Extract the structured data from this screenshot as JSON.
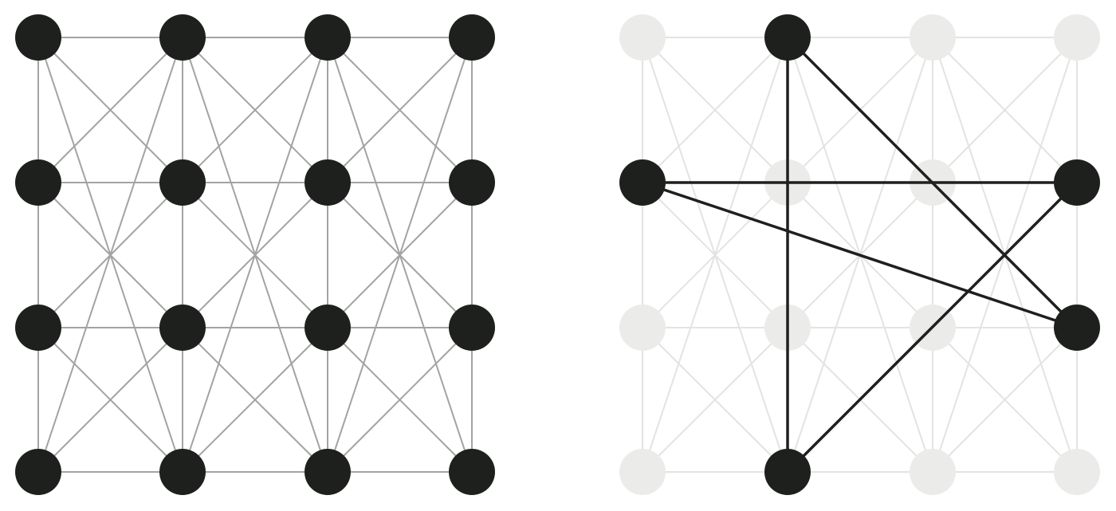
{
  "colors": {
    "node": "#1e201d",
    "edge": "#a3a3a3",
    "faded_node": "#ebebea",
    "faded_edge": "#e3e3e2",
    "highlight_edge": "#1e201d"
  },
  "grid": {
    "cols": 4,
    "rows": 4
  },
  "graph_left": {
    "edges": [
      [
        [
          0,
          0
        ],
        [
          1,
          0
        ]
      ],
      [
        [
          1,
          0
        ],
        [
          2,
          0
        ]
      ],
      [
        [
          2,
          0
        ],
        [
          3,
          0
        ]
      ],
      [
        [
          0,
          1
        ],
        [
          1,
          1
        ]
      ],
      [
        [
          1,
          1
        ],
        [
          2,
          1
        ]
      ],
      [
        [
          2,
          1
        ],
        [
          3,
          1
        ]
      ],
      [
        [
          0,
          2
        ],
        [
          1,
          2
        ]
      ],
      [
        [
          1,
          2
        ],
        [
          2,
          2
        ]
      ],
      [
        [
          2,
          2
        ],
        [
          3,
          2
        ]
      ],
      [
        [
          0,
          3
        ],
        [
          1,
          3
        ]
      ],
      [
        [
          1,
          3
        ],
        [
          2,
          3
        ]
      ],
      [
        [
          2,
          3
        ],
        [
          3,
          3
        ]
      ],
      [
        [
          0,
          0
        ],
        [
          0,
          1
        ]
      ],
      [
        [
          0,
          1
        ],
        [
          0,
          2
        ]
      ],
      [
        [
          0,
          2
        ],
        [
          0,
          3
        ]
      ],
      [
        [
          1,
          0
        ],
        [
          1,
          1
        ]
      ],
      [
        [
          1,
          1
        ],
        [
          1,
          2
        ]
      ],
      [
        [
          1,
          2
        ],
        [
          1,
          3
        ]
      ],
      [
        [
          2,
          0
        ],
        [
          2,
          1
        ]
      ],
      [
        [
          2,
          1
        ],
        [
          2,
          2
        ]
      ],
      [
        [
          2,
          2
        ],
        [
          2,
          3
        ]
      ],
      [
        [
          3,
          0
        ],
        [
          3,
          1
        ]
      ],
      [
        [
          3,
          1
        ],
        [
          3,
          2
        ]
      ],
      [
        [
          3,
          2
        ],
        [
          3,
          3
        ]
      ],
      [
        [
          0,
          0
        ],
        [
          1,
          1
        ]
      ],
      [
        [
          1,
          0
        ],
        [
          0,
          1
        ]
      ],
      [
        [
          1,
          0
        ],
        [
          2,
          1
        ]
      ],
      [
        [
          2,
          0
        ],
        [
          1,
          1
        ]
      ],
      [
        [
          2,
          0
        ],
        [
          3,
          1
        ]
      ],
      [
        [
          3,
          0
        ],
        [
          2,
          1
        ]
      ],
      [
        [
          0,
          1
        ],
        [
          1,
          2
        ]
      ],
      [
        [
          1,
          1
        ],
        [
          0,
          2
        ]
      ],
      [
        [
          1,
          1
        ],
        [
          2,
          2
        ]
      ],
      [
        [
          2,
          1
        ],
        [
          1,
          2
        ]
      ],
      [
        [
          2,
          1
        ],
        [
          3,
          2
        ]
      ],
      [
        [
          3,
          1
        ],
        [
          2,
          2
        ]
      ],
      [
        [
          0,
          2
        ],
        [
          1,
          3
        ]
      ],
      [
        [
          1,
          2
        ],
        [
          0,
          3
        ]
      ],
      [
        [
          1,
          2
        ],
        [
          2,
          3
        ]
      ],
      [
        [
          2,
          2
        ],
        [
          1,
          3
        ]
      ],
      [
        [
          2,
          2
        ],
        [
          3,
          3
        ]
      ],
      [
        [
          3,
          2
        ],
        [
          2,
          3
        ]
      ],
      [
        [
          0,
          0
        ],
        [
          1,
          3
        ]
      ],
      [
        [
          1,
          0
        ],
        [
          0,
          3
        ]
      ],
      [
        [
          1,
          0
        ],
        [
          2,
          3
        ]
      ],
      [
        [
          2,
          0
        ],
        [
          1,
          3
        ]
      ],
      [
        [
          2,
          0
        ],
        [
          3,
          3
        ]
      ],
      [
        [
          3,
          0
        ],
        [
          2,
          3
        ]
      ]
    ]
  },
  "graph_right": {
    "highlighted_nodes": [
      [
        1,
        0
      ],
      [
        0,
        1
      ],
      [
        3,
        1
      ],
      [
        3,
        2
      ],
      [
        1,
        3
      ]
    ],
    "highlighted_edges": [
      [
        [
          1,
          0
        ],
        [
          1,
          3
        ]
      ],
      [
        [
          1,
          0
        ],
        [
          3,
          2
        ]
      ],
      [
        [
          0,
          1
        ],
        [
          3,
          1
        ]
      ],
      [
        [
          0,
          1
        ],
        [
          3,
          2
        ]
      ],
      [
        [
          3,
          1
        ],
        [
          1,
          3
        ]
      ]
    ]
  }
}
